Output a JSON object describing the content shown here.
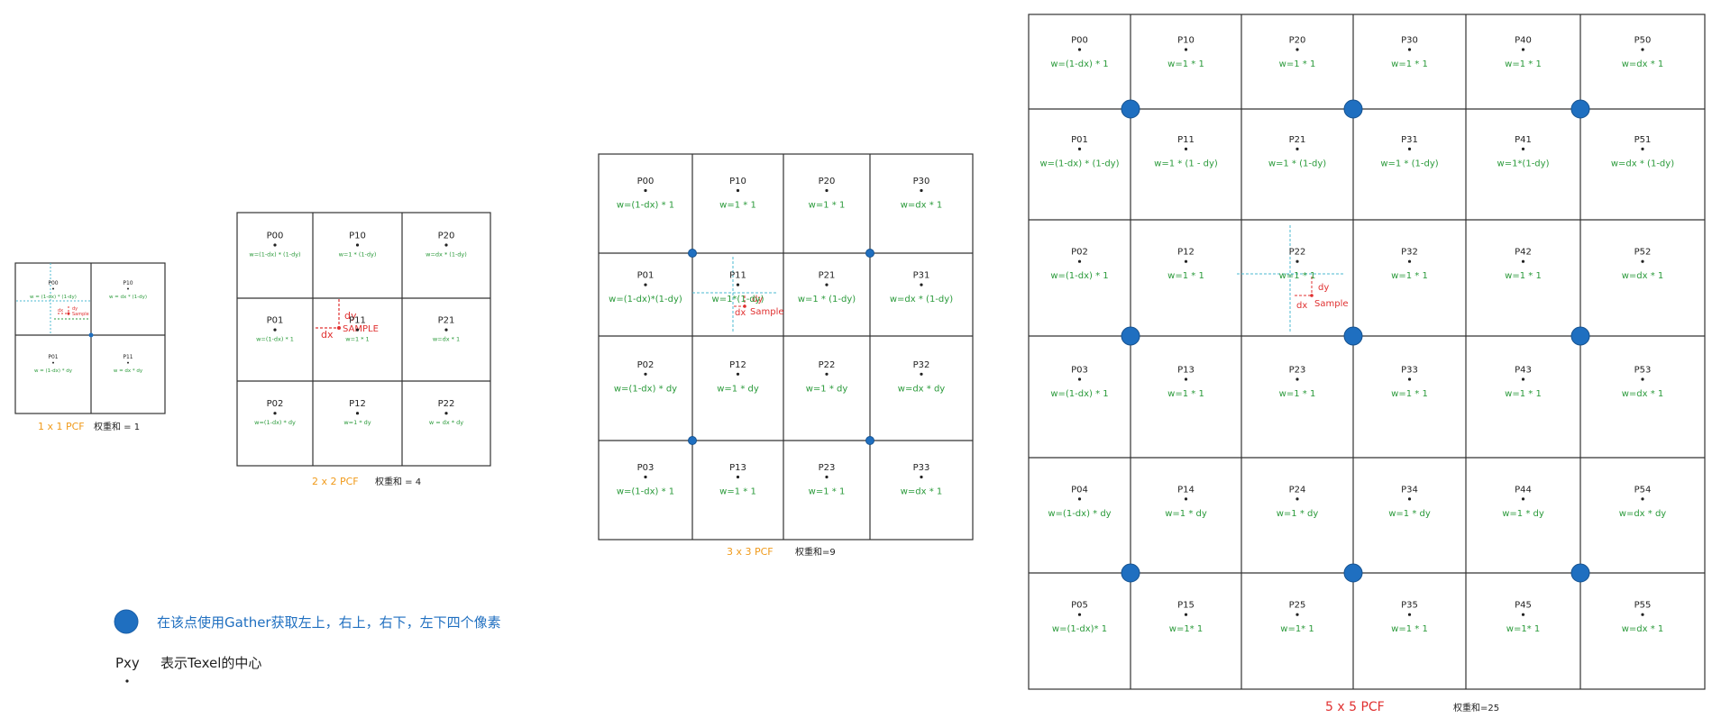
{
  "colors": {
    "grid": "#333333",
    "label": "#222222",
    "weight": "#2a9a3a",
    "sample": "#e03030",
    "guide": "#4bb8d0",
    "gather_dot": "#1f6fc0",
    "caption_orange": "#f09a1a",
    "caption_red": "#e03030"
  },
  "grids": [
    {
      "id": "pcf-1x1",
      "caption": "1 x 1 PCF",
      "weight_sum": "权重和 = 1",
      "caption_color": "#f09a1a",
      "cells": [
        {
          "label": "P00",
          "weight": "w = (1-dx) * (1-dy)"
        },
        {
          "label": "P10",
          "weight": "w = dx * (1-dy)"
        },
        {
          "label": "P01",
          "weight": "w = (1-dx) * dy"
        },
        {
          "label": "P11",
          "weight": "w = dx * dy"
        }
      ]
    },
    {
      "id": "pcf-2x2",
      "caption": "2 x 2 PCF",
      "weight_sum": "权重和 = 4",
      "caption_color": "#f09a1a",
      "cells": [
        {
          "label": "P00",
          "weight": "w=(1-dx) * (1-dy)"
        },
        {
          "label": "P10",
          "weight": "w=1 * (1-dy)"
        },
        {
          "label": "P20",
          "weight": "w=dx * (1-dy)"
        },
        {
          "label": "P01",
          "weight": "w=(1-dx) * 1"
        },
        {
          "label": "P11",
          "weight": "w=1 * 1"
        },
        {
          "label": "P21",
          "weight": "w=dx * 1"
        },
        {
          "label": "P02",
          "weight": "w=(1-dx) * dy"
        },
        {
          "label": "P12",
          "weight": "w=1 * dy"
        },
        {
          "label": "P22",
          "weight": "w = dx * dy"
        }
      ]
    },
    {
      "id": "pcf-3x3",
      "caption": "3 x 3 PCF",
      "weight_sum": "权重和=9",
      "caption_color": "#f09a1a",
      "cells": [
        {
          "label": "P00",
          "weight": "w=(1-dx) * 1"
        },
        {
          "label": "P10",
          "weight": "w=1 * 1"
        },
        {
          "label": "P20",
          "weight": "w=1 * 1"
        },
        {
          "label": "P30",
          "weight": "w=dx * 1"
        },
        {
          "label": "P01",
          "weight": "w=(1-dx)*(1-dy)"
        },
        {
          "label": "P11",
          "weight": "w=1*(1-dy)"
        },
        {
          "label": "P21",
          "weight": "w=1 * (1-dy)"
        },
        {
          "label": "P31",
          "weight": "w=dx * (1-dy)"
        },
        {
          "label": "P02",
          "weight": "w=(1-dx) * dy"
        },
        {
          "label": "P12",
          "weight": "w=1 * dy"
        },
        {
          "label": "P22",
          "weight": "w=1 * dy"
        },
        {
          "label": "P32",
          "weight": "w=dx * dy"
        },
        {
          "label": "P03",
          "weight": "w=(1-dx) * 1"
        },
        {
          "label": "P13",
          "weight": "w=1 * 1"
        },
        {
          "label": "P23",
          "weight": "w=1 * 1"
        },
        {
          "label": "P33",
          "weight": "w=dx * 1"
        }
      ]
    },
    {
      "id": "pcf-5x5",
      "caption": "5 x 5 PCF",
      "weight_sum": "权重和=25",
      "caption_color": "#e03030",
      "cells": [
        {
          "label": "P00",
          "weight": "w=(1-dx) * 1"
        },
        {
          "label": "P10",
          "weight": "w=1 * 1"
        },
        {
          "label": "P20",
          "weight": "w=1 * 1"
        },
        {
          "label": "P30",
          "weight": "w=1 * 1"
        },
        {
          "label": "P40",
          "weight": "w=1 * 1"
        },
        {
          "label": "P50",
          "weight": "w=dx * 1"
        },
        {
          "label": "P01",
          "weight": "w=(1-dx) * (1-dy)"
        },
        {
          "label": "P11",
          "weight": "w=1 * (1 - dy)"
        },
        {
          "label": "P21",
          "weight": "w=1 * (1-dy)"
        },
        {
          "label": "P31",
          "weight": "w=1 * (1-dy)"
        },
        {
          "label": "P41",
          "weight": "w=1*(1-dy)"
        },
        {
          "label": "P51",
          "weight": "w=dx * (1-dy)"
        },
        {
          "label": "P02",
          "weight": "w=(1-dx) * 1"
        },
        {
          "label": "P12",
          "weight": "w=1 * 1"
        },
        {
          "label": "P22",
          "weight": "w=1 * 1"
        },
        {
          "label": "P32",
          "weight": "w=1 * 1"
        },
        {
          "label": "P42",
          "weight": "w=1 * 1"
        },
        {
          "label": "P52",
          "weight": "w=dx * 1"
        },
        {
          "label": "P03",
          "weight": "w=(1-dx) * 1"
        },
        {
          "label": "P13",
          "weight": "w=1 * 1"
        },
        {
          "label": "P23",
          "weight": "w=1 * 1"
        },
        {
          "label": "P33",
          "weight": "w=1 * 1"
        },
        {
          "label": "P43",
          "weight": "w=1 * 1"
        },
        {
          "label": "P53",
          "weight": "w=dx * 1"
        },
        {
          "label": "P04",
          "weight": "w=(1-dx) * dy"
        },
        {
          "label": "P14",
          "weight": "w=1 * dy"
        },
        {
          "label": "P24",
          "weight": "w=1 * dy"
        },
        {
          "label": "P34",
          "weight": "w=1 * dy"
        },
        {
          "label": "P44",
          "weight": "w=1 * dy"
        },
        {
          "label": "P54",
          "weight": "w=dx * dy"
        },
        {
          "label": "P05",
          "weight": "w=(1-dx)* 1"
        },
        {
          "label": "P15",
          "weight": "w=1* 1"
        },
        {
          "label": "P25",
          "weight": "w=1* 1"
        },
        {
          "label": "P35",
          "weight": "w=1 * 1"
        },
        {
          "label": "P45",
          "weight": "w=1* 1"
        },
        {
          "label": "P55",
          "weight": "w=dx * 1"
        }
      ]
    }
  ],
  "sample_marks": {
    "dx": "dx",
    "dy": "dy",
    "sample_upper": "SAMPLE",
    "sample": "Sample",
    "sample_tiny": "Sample"
  },
  "legend": {
    "gather_text": "在该点使用Gather获取左上，右上，右下，左下四个像素",
    "pxy_label": "Pxy",
    "pxy_text": "表示Texel的中心"
  }
}
